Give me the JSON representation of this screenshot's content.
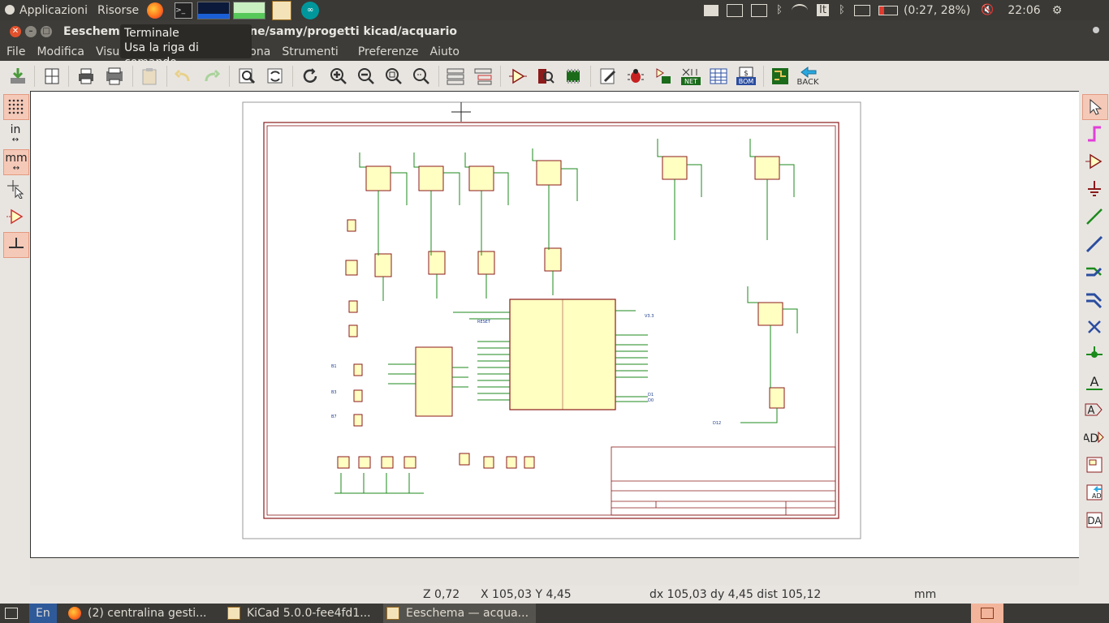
{
  "panel": {
    "applications": "Applicazioni",
    "resources": "Risorse",
    "language": "It",
    "battery": "(0:27, 28%)",
    "clock": "22:06"
  },
  "window": {
    "title_prefix": "Eeschema",
    "title_path": "ne/samy/progetti kicad/acquario"
  },
  "tooltip": {
    "title": "Terminale",
    "description": "Usa la riga di comando"
  },
  "menu": {
    "file": "File",
    "edit": "Modifica",
    "view": "Visu",
    "place": "ona",
    "tools": "Strumenti",
    "prefs": "Preferenze",
    "help": "Aiuto"
  },
  "toolbar": {
    "back_label": "BACK",
    "net_label": "NET",
    "bom_label": "BOM"
  },
  "lefttb": {
    "units_in": "in",
    "units_mm": "mm"
  },
  "status": {
    "zoom": "Z 0,72",
    "xy": "X 105,03  Y 4,45",
    "delta": "dx 105,03  dy 4,45  dist 105,12",
    "units": "mm"
  },
  "taskbar": {
    "lang": "En",
    "task1": "(2) centralina gesti...",
    "task2": "KiCad 5.0.0-fee4fd1...",
    "task3": "Eeschema — acqua..."
  },
  "colors": {
    "sheet_border": "#8b1a1a",
    "wire": "#1c8a1c",
    "component_fill": "#ffffc2",
    "component_line": "#8b1a1a"
  }
}
